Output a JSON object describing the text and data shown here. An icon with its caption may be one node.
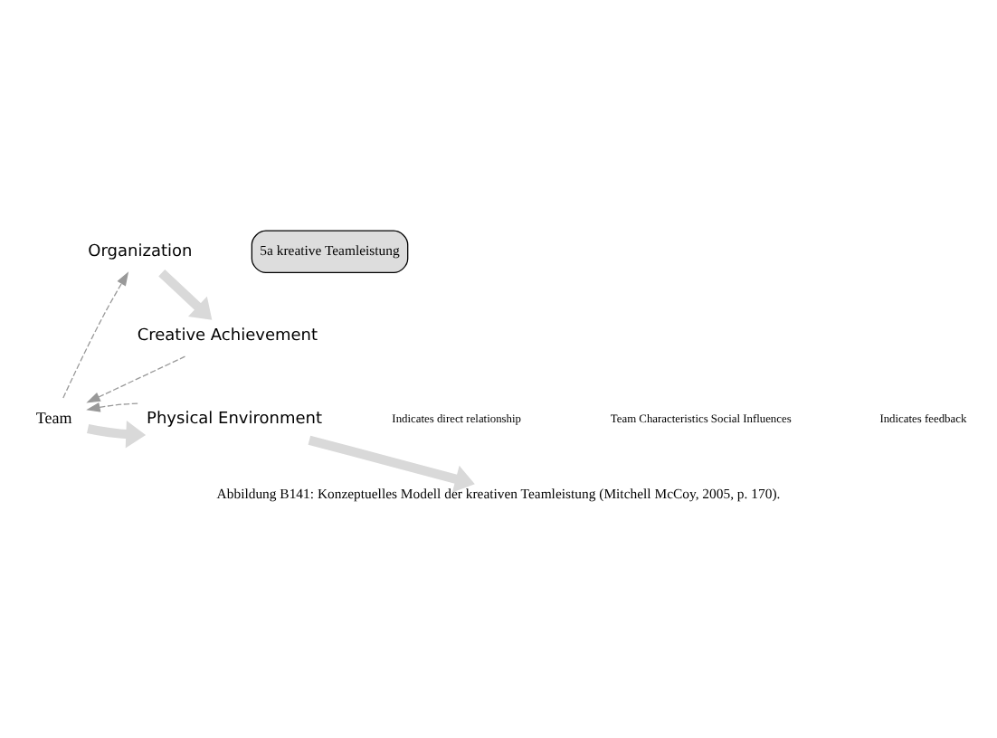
{
  "diagram": {
    "caption": "Abbildung B141: Konzeptuelles Modell der kreativen Teamleistung (Mitchell McCoy, 2005, p. 170).",
    "nodes": [
      {
        "text": [
          "Organization"
        ]
      },
      {
        "text": [
          "Team"
        ]
      },
      {
        "text": [
          "Physical Environment"
        ]
      },
      {
        "text": [
          "Creative Achievement"
        ]
      }
    ],
    "edges": [
      {
        "from": 0,
        "to": 3,
        "arrow": "to",
        "style": "thick"
      },
      {
        "from": 1,
        "to": 0,
        "arrow": "to",
        "style": "dashed"
      },
      {
        "from": 1,
        "to": 2,
        "arrow": "to",
        "style": "thick"
      },
      {
        "from": 2,
        "to": 1,
        "arrow": "to",
        "style": "dashed"
      },
      {
        "from": 2,
        "to": null,
        "arrow": "to",
        "style": "thick"
      },
      {
        "from": 3,
        "to": 1,
        "arrow": "to",
        "style": "dashed"
      }
    ],
    "labels": [
      "Team Characteristics Social Influences",
      "5a kreative Teamleistung"
    ],
    "legend": [
      {
        "text": "Indicates direct relationship"
      },
      {
        "text": "Indicates feedback"
      }
    ]
  }
}
